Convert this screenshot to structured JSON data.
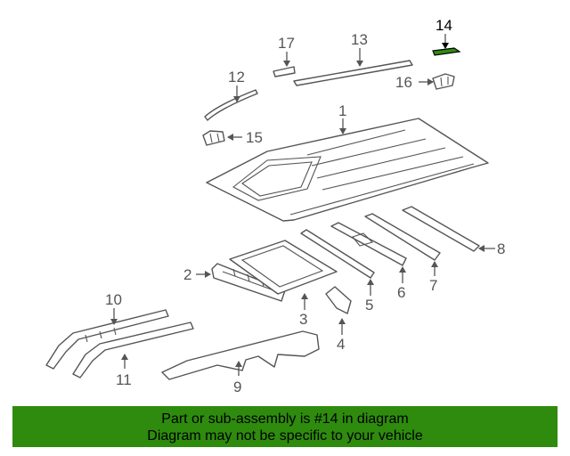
{
  "diagram": {
    "labels": {
      "p1": "1",
      "p2": "2",
      "p3": "3",
      "p4": "4",
      "p5": "5",
      "p6": "6",
      "p7": "7",
      "p8": "8",
      "p9": "9",
      "p10": "10",
      "p11": "11",
      "p12": "12",
      "p13": "13",
      "p14": "14",
      "p15": "15",
      "p16": "16",
      "p17": "17"
    },
    "highlight_part": "14",
    "highlight_color": "#2e8b0e"
  },
  "banner": {
    "line1": "Part or sub-assembly is #14 in diagram",
    "line2": "Diagram may not be specific to your vehicle",
    "background": "#2e8b0e"
  }
}
